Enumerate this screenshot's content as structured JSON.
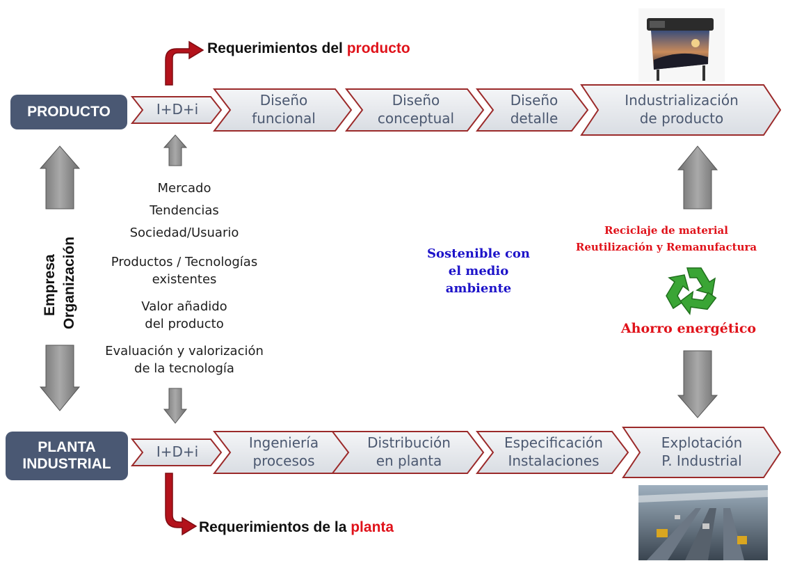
{
  "product_row": {
    "label": "PRODUCTO",
    "idi": "I+D+i",
    "stages": [
      "Diseño\nfuncional",
      "Diseño\nconceptual",
      "Diseño\ndetalle",
      "Industrialización\nde producto"
    ]
  },
  "plant_row": {
    "label": "PLANTA\nINDUSTRIAL",
    "idi": "I+D+i",
    "stages": [
      "Ingeniería\nprocesos",
      "Distribución\nen planta",
      "Especificación\nInstalaciones",
      "Explotación\nP. Industrial"
    ]
  },
  "requirements": {
    "product_prefix": "Requerimientos del ",
    "product_highlight": "producto",
    "plant_prefix": "Requerimientos de la ",
    "plant_highlight": "planta"
  },
  "company": {
    "line1": "Empresa",
    "line2": "Organización"
  },
  "factors": [
    "Mercado",
    "Tendencias",
    "Sociedad/Usuario",
    "Productos / Tecnologías\nexistentes",
    "Valor añadido\ndel producto",
    "Evaluación y valorización\nde la tecnología"
  ],
  "sustainability": {
    "text": "Sostenible con\nel medio\nambiente"
  },
  "recycling": {
    "line1": "Reciclaje de material",
    "line2": "Reutilización y Remanufactura",
    "energy": "Ahorro energético"
  },
  "colors": {
    "box": "#4a5873",
    "chevron_fill": "#e9ebef",
    "chevron_border": "#9b2a2a",
    "arrow_red": "#b3121b",
    "arrow_gray": "#8e8e8e",
    "accent_red": "#e0121a",
    "accent_blue": "#1d13c9",
    "recycle_green": "#3aa535"
  },
  "icons": {
    "recycle": "recycle-icon",
    "printer": "printer-image",
    "factory": "factory-floor-image"
  }
}
